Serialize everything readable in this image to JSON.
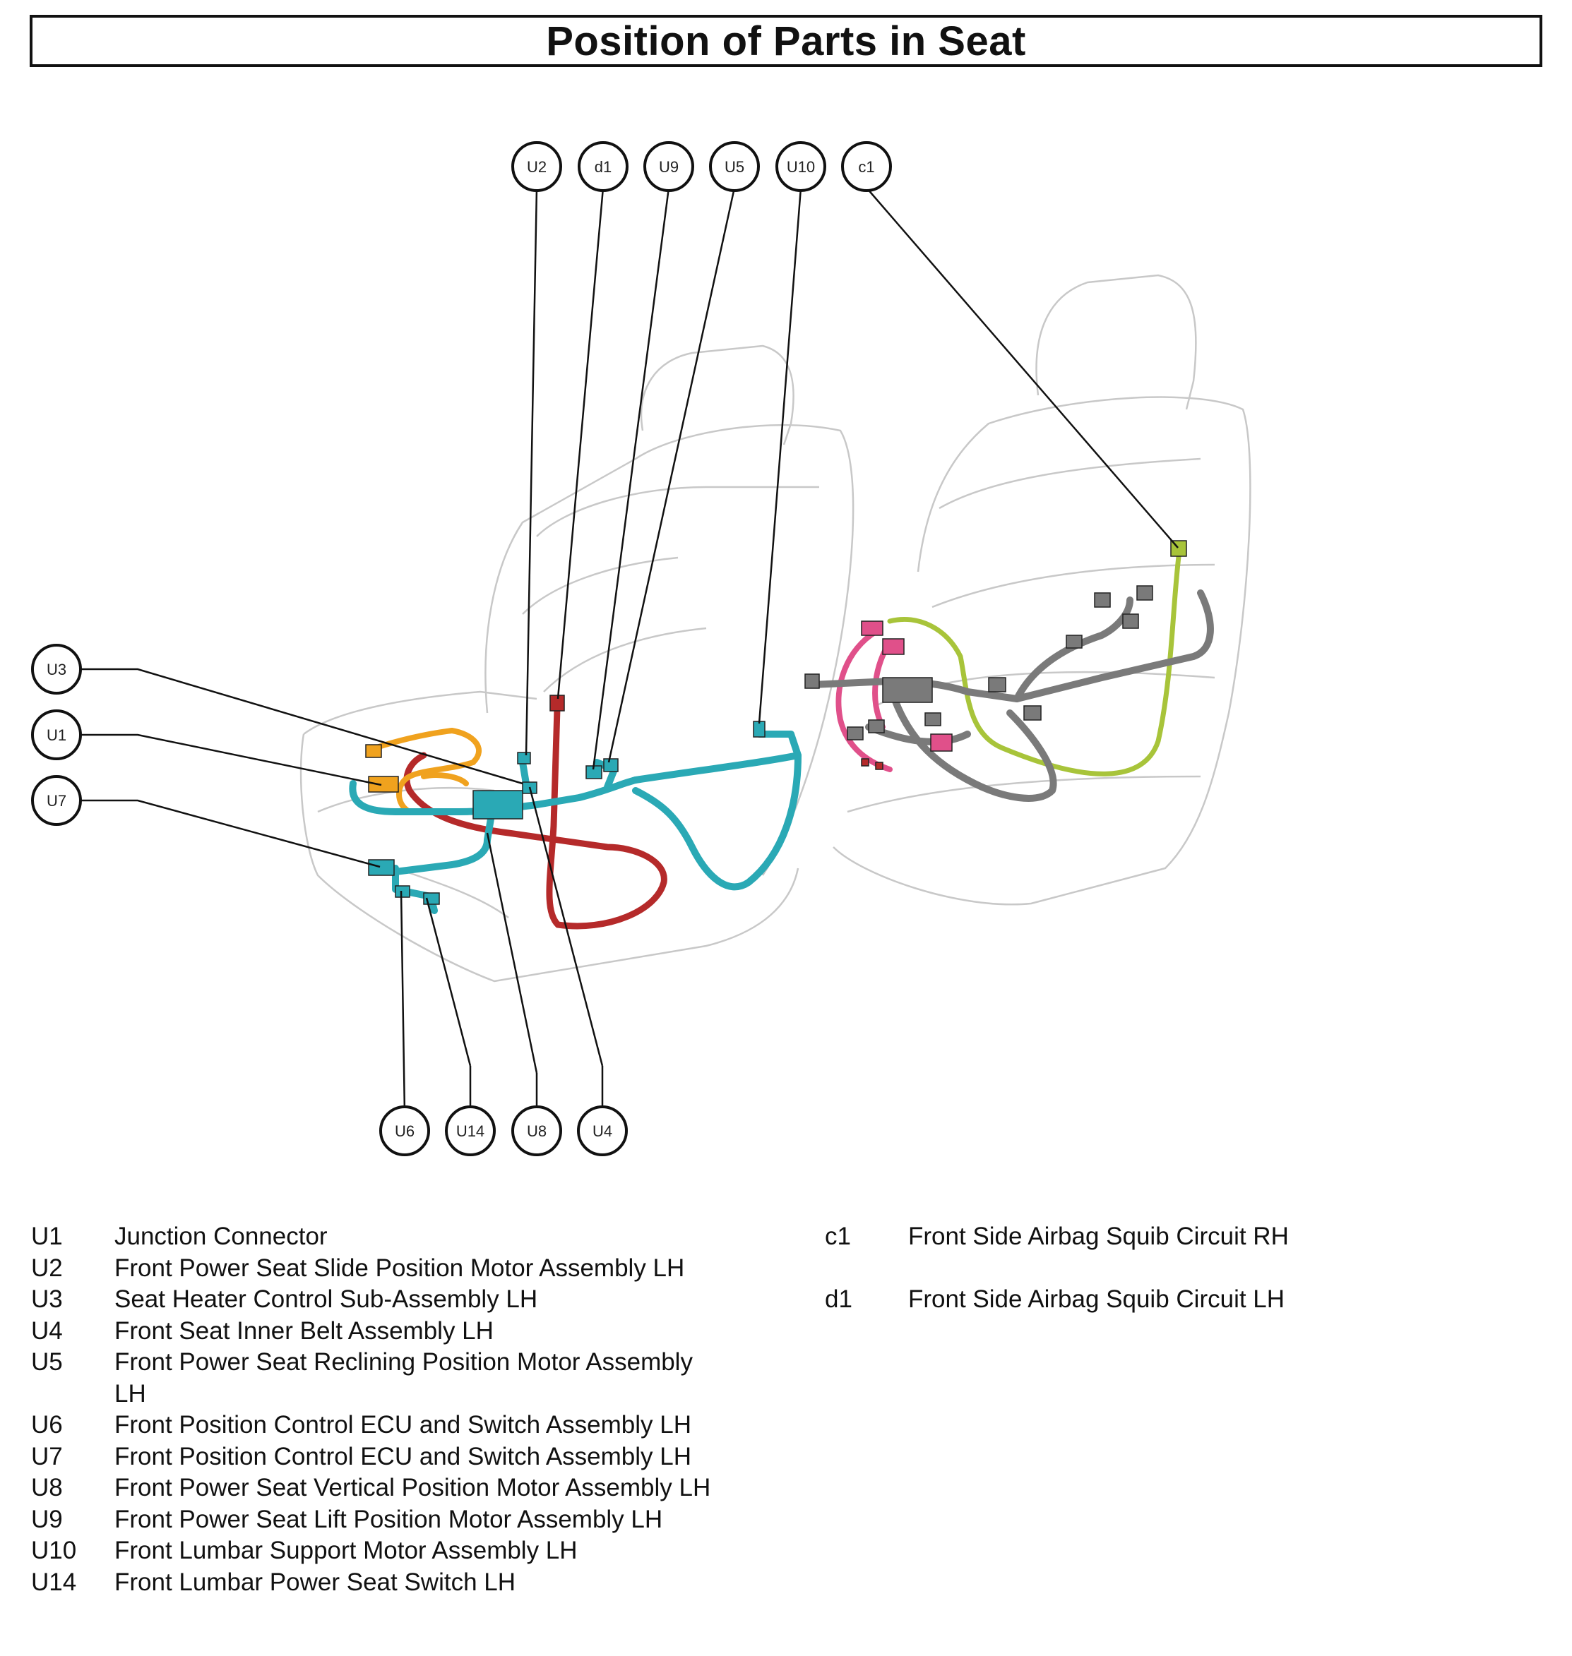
{
  "title": "Position of Parts in Seat",
  "callouts": {
    "u2": "U2",
    "d1": "d1",
    "u9": "U9",
    "u5": "U5",
    "u10": "U10",
    "c1": "c1",
    "u3": "U3",
    "u1": "U1",
    "u7": "U7",
    "u6": "U6",
    "u14": "U14",
    "u8": "U8",
    "u4": "U4"
  },
  "legend_left": [
    {
      "code": "U1",
      "desc": "Junction Connector"
    },
    {
      "code": "U2",
      "desc": "Front Power Seat Slide Position Motor Assembly LH"
    },
    {
      "code": "U3",
      "desc": "Seat Heater Control Sub-Assembly LH"
    },
    {
      "code": "U4",
      "desc": "Front Seat Inner Belt Assembly LH"
    },
    {
      "code": "U5",
      "desc": "Front Power Seat Reclining Position Motor Assembly"
    },
    {
      "code": "",
      "desc": "LH"
    },
    {
      "code": "U6",
      "desc": "Front Position Control ECU and Switch Assembly LH"
    },
    {
      "code": "U7",
      "desc": "Front Position Control ECU and Switch Assembly LH"
    },
    {
      "code": "U8",
      "desc": "Front Power Seat Vertical Position Motor Assembly LH"
    },
    {
      "code": "U9",
      "desc": "Front Power Seat Lift Position Motor Assembly LH"
    },
    {
      "code": "U10",
      "desc": "Front Lumbar Support Motor Assembly LH"
    },
    {
      "code": "U14",
      "desc": "Front Lumbar Power Seat Switch LH"
    }
  ],
  "legend_right": [
    {
      "code": "c1",
      "desc": "Front Side Airbag Squib Circuit RH"
    },
    {
      "code": "",
      "desc": ""
    },
    {
      "code": "d1",
      "desc": "Front Side Airbag Squib Circuit LH"
    }
  ],
  "colors": {
    "harness_cyan": "#2aa9b5",
    "harness_red": "#b52a2a",
    "harness_orange": "#f0a21e",
    "harness_gray": "#7a7a7a",
    "harness_pink": "#e0508a",
    "harness_lime": "#a8c43a",
    "seat_outline": "#c8c8c8"
  }
}
